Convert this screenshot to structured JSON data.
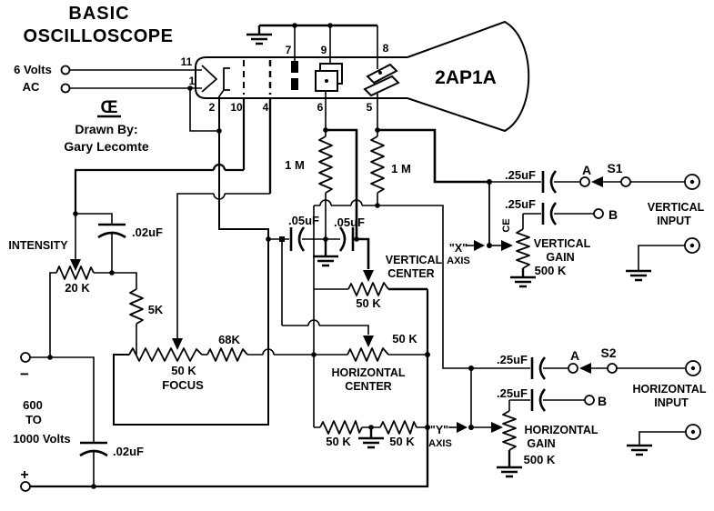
{
  "title": {
    "line1": "BASIC",
    "line2": "OSCILLOSCOPE"
  },
  "credits": {
    "ce_mark": "Œ",
    "drawn_by": "Drawn By:",
    "author": "Gary Lecomte"
  },
  "heater_supply": {
    "volts": "6 Volts",
    "ac": "AC"
  },
  "crt": {
    "model": "2AP1A",
    "pin11": "11",
    "pin1": "1",
    "pin2": "2",
    "pin10": "10",
    "pin4": "4",
    "pin7": "7",
    "pin9": "9",
    "pin8": "8",
    "pin6": "6",
    "pin5": "5"
  },
  "power": {
    "v1": "600",
    "v2": "TO",
    "v3": "1000 Volts",
    "minus": "−",
    "plus": "+"
  },
  "controls": {
    "intensity_label": "INTENSITY",
    "intensity_value": "20 K",
    "r5k": "5K",
    "r68k": "68K",
    "focus_value": "50 K",
    "focus_label": "FOCUS",
    "vcenter_line1": "VERTICAL",
    "vcenter_line2": "CENTER",
    "vcenter_value": "50 K",
    "hcenter_line1": "HORIZONTAL",
    "hcenter_line2": "CENTER",
    "hcenter_value": "50 K",
    "divider_left": "50 K",
    "divider_right": "50 K"
  },
  "resistors": {
    "r1m_left": "1 M",
    "r1m_right": "1 M"
  },
  "capacitors": {
    "c02_top": ".02uF",
    "c02_bottom": ".02uF",
    "c05_left": ".05uF",
    "c05_right": ".05uF",
    "s1_cap_a": ".25uF",
    "s1_cap_b": ".25uF",
    "s2_cap_a": ".25uF",
    "s2_cap_b": ".25uF"
  },
  "axes": {
    "x_label": "\"X\"",
    "x_sub": "AXIS",
    "y_label": "\"Y\"",
    "y_sub": "AXIS"
  },
  "vertical_channel": {
    "term_a": "A",
    "switch_label": "S1",
    "term_b": "B",
    "input_line1": "VERTICAL",
    "input_line2": "INPUT",
    "gain_line1": "VERTICAL",
    "gain_line2": "GAIN",
    "gain_value": "500 K",
    "ce_mark": "CE"
  },
  "horizontal_channel": {
    "term_a": "A",
    "switch_label": "S2",
    "term_b": "B",
    "input_line1": "HORIZONTAL",
    "input_line2": "INPUT",
    "gain_line1": "HORIZONTAL",
    "gain_line2": "GAIN",
    "gain_value": "500 K"
  }
}
